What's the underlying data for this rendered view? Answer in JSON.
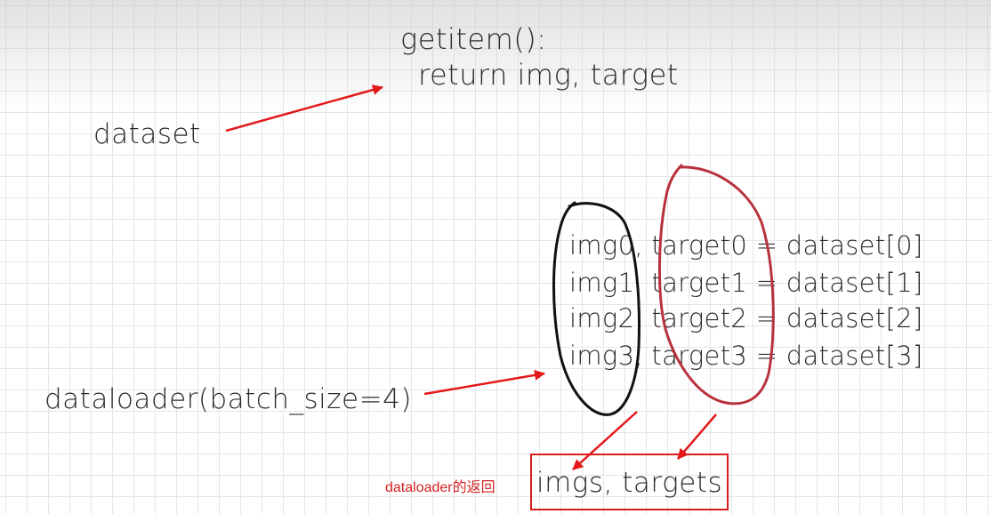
{
  "getitem": {
    "line1": "getitem():",
    "line2": "return img, target"
  },
  "dataset_label": "dataset",
  "dataloader_label": "dataloader(batch_size=4)",
  "batch_lines": [
    "img0, target0 = dataset[0]",
    "img1, target1 = dataset[1]",
    "img2, target2 = dataset[2]",
    "img3, target3 = dataset[3]"
  ],
  "return_note": "dataloader的返回",
  "result": "imgs, targets",
  "colors": {
    "arrow": "#e3191c",
    "img_circle": "#111111",
    "target_circle": "#b8323d",
    "ink": "#2b2b2b"
  }
}
